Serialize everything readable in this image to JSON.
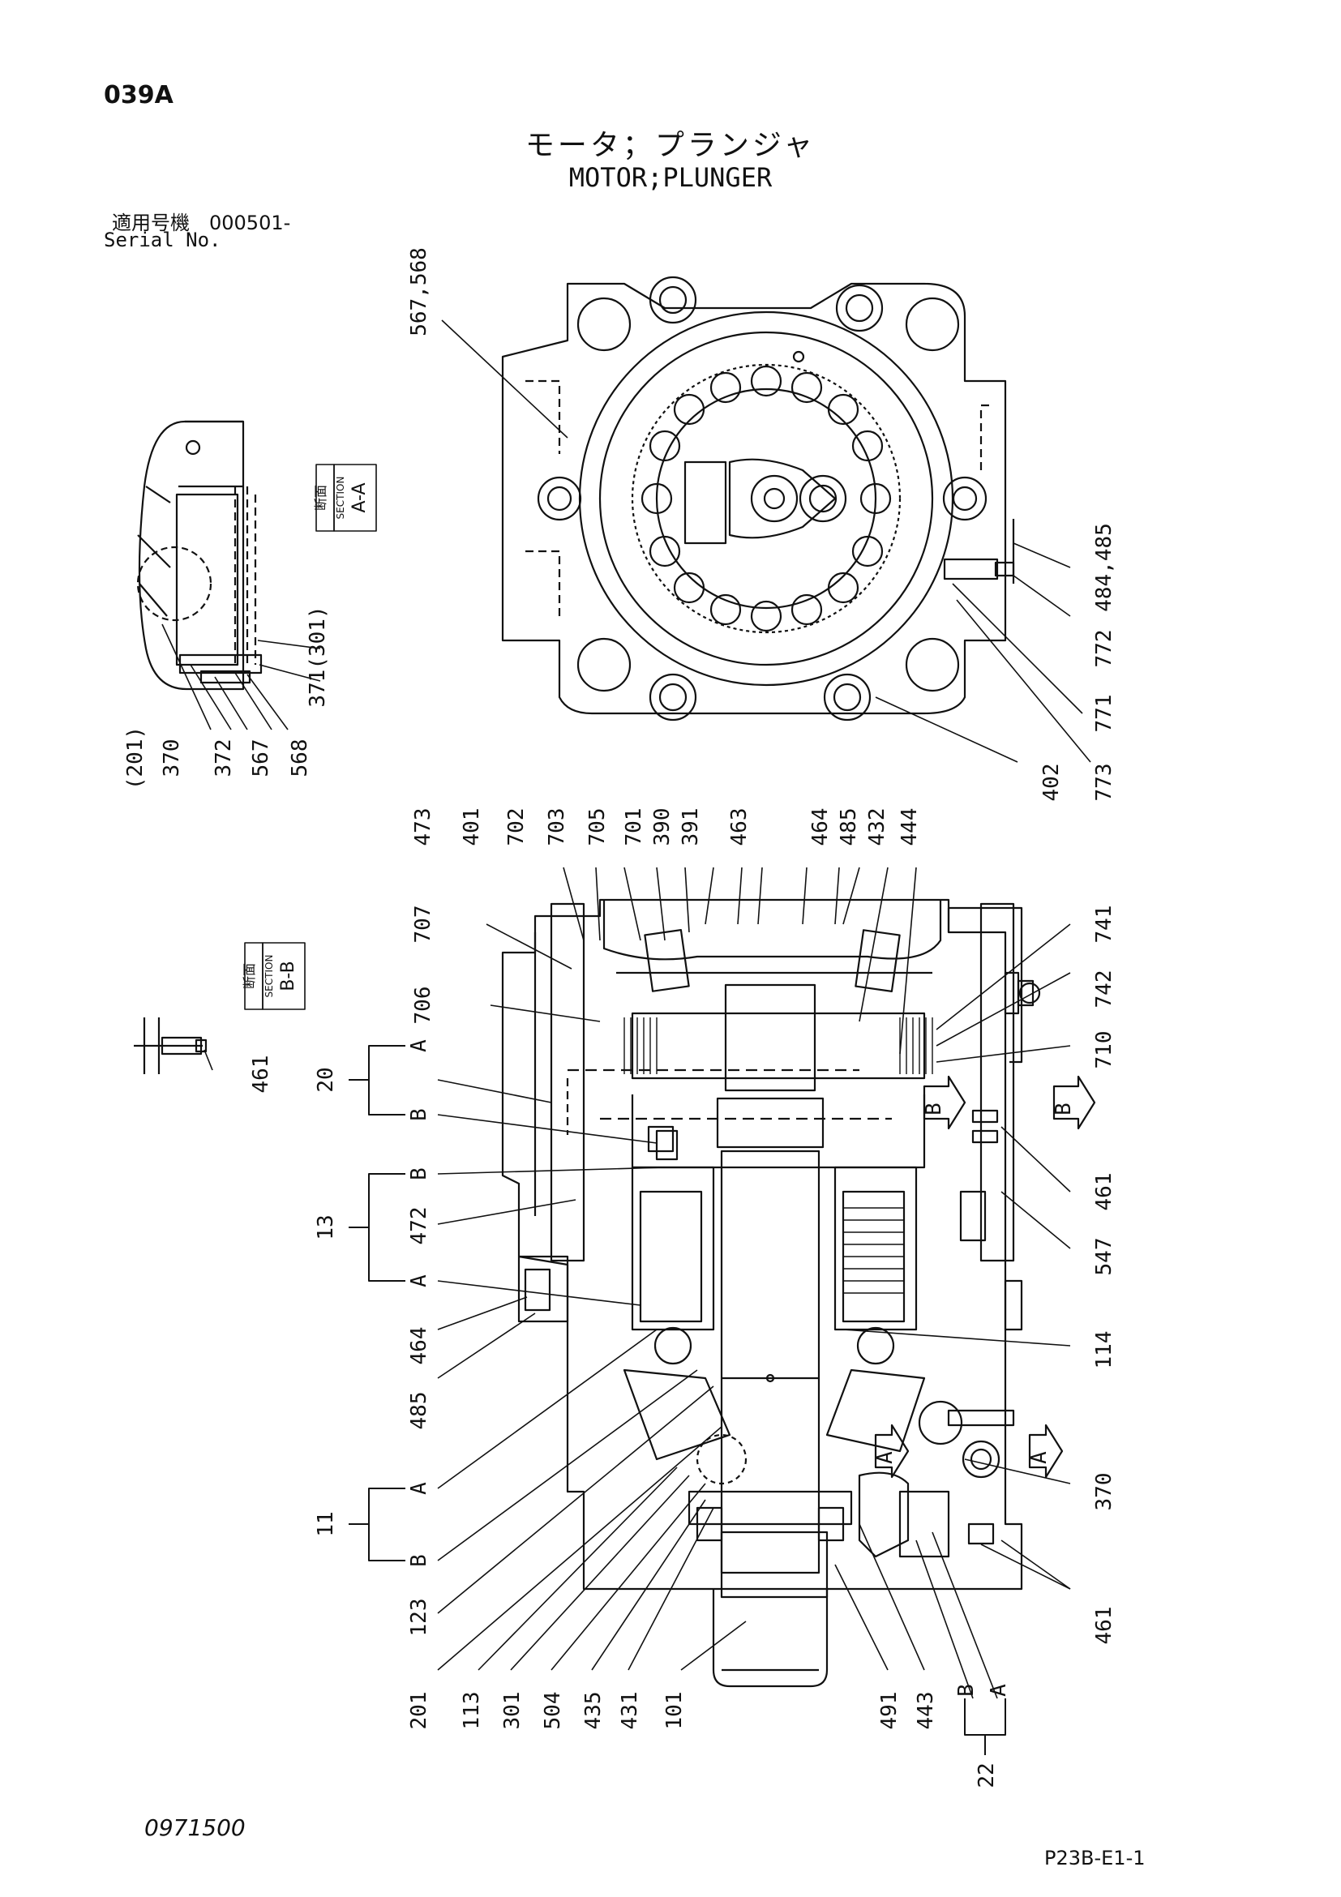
{
  "header": {
    "page_id": "039A",
    "title_jp": "モータ；プランジャ",
    "title_en": "MOTOR;PLUNGER",
    "serial_jp": "適用号機　000501-",
    "serial_en": "Serial No."
  },
  "footer": {
    "doc_no": "0971500",
    "page_code": "P23B-E1-1"
  },
  "section_aa": {
    "jp": "断面",
    "en": "SECTION",
    "id": "A-A",
    "labels": [
      "(201)",
      "370",
      "372",
      "567",
      "568",
      "371(301)"
    ]
  },
  "section_bb": {
    "jp": "断面",
    "en": "SECTION",
    "id": "B-B",
    "labels": [
      "461"
    ]
  },
  "top_view": {
    "labels": [
      "567,568",
      "484,485",
      "772",
      "771",
      "773",
      "402"
    ]
  },
  "main_view": {
    "top_labels": [
      "473",
      "401",
      "702",
      "703",
      "705",
      "701",
      "390",
      "391",
      "463",
      "464",
      "485",
      "432",
      "444"
    ],
    "top_left_labels": [
      "707",
      "706"
    ],
    "right_labels": [
      "741",
      "742",
      "710",
      "461",
      "547",
      "114",
      "370",
      "461"
    ],
    "left_groups": [
      {
        "group": "20",
        "a": "A",
        "b": "B"
      },
      {
        "group": "13",
        "a": "B",
        "b": "A"
      },
      {
        "group": "11",
        "a": "A",
        "b": "B"
      }
    ],
    "left_labels": [
      "472",
      "464",
      "485",
      "123"
    ],
    "bottom_labels": [
      "201",
      "113",
      "301",
      "504",
      "435",
      "431",
      "101",
      "491",
      "443",
      "B",
      "A"
    ],
    "bottom_group": "22",
    "arrow_letters": [
      "B",
      "B",
      "A",
      "A"
    ]
  }
}
